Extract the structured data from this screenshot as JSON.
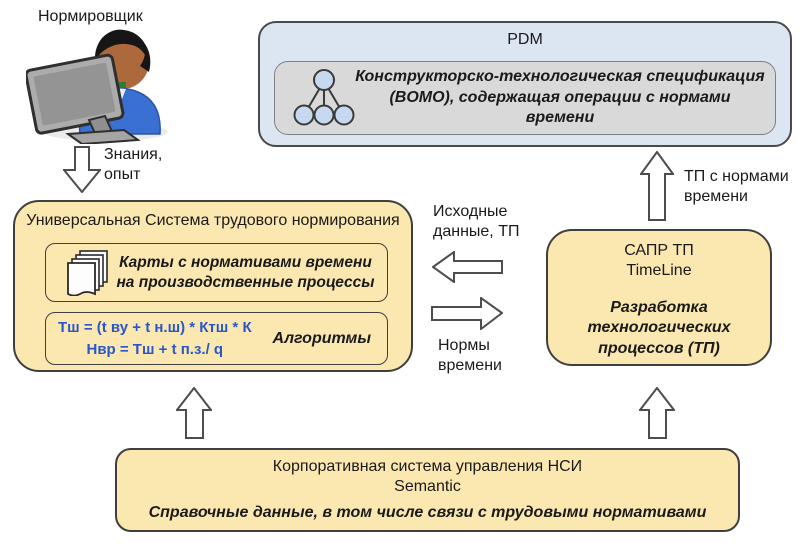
{
  "colors": {
    "box_fill_tan": "#FBE7B0",
    "box_border": "#3F3F3F",
    "pdm_fill": "#DCE6F2",
    "panel_gray": "#D9D9D9",
    "tree_node_fill": "#C6D9F0",
    "formula_blue": "#2A57C8",
    "arrow_outline": "#4D4D4D"
  },
  "actor": {
    "label": "Нормировщик",
    "flow_label": "Знания,\nопыт"
  },
  "pdm": {
    "title": "PDM",
    "spec_text": "Конструкторско-технологическая спецификация\n(BOMO), содержащая операции с нормами времени"
  },
  "usn": {
    "title": "Универсальная Система трудового нормирования",
    "cards_text": "Карты с нормативами времени\nна производственные процессы",
    "formula_line1": "Тш = (t ву + t н.ш)  * Ктш * К",
    "formula_line2": "Нвр = Тш + t п.з./ q",
    "algorithms_label": "Алгоритмы"
  },
  "sapr": {
    "title": "САПР ТП",
    "subtitle": "TimeLine",
    "desc": "Разработка\nтехнологических\nпроцессов (ТП)"
  },
  "nsi": {
    "title": "Корпоративная система управления НСИ",
    "subtitle": "Semantic",
    "desc": "Справочные данные, в том числе связи с трудовыми нормативами"
  },
  "flows": {
    "sapr_to_usn": "Исходные\nданные, ТП",
    "usn_to_sapr": "Нормы\nвремени",
    "sapr_to_pdm": "ТП с нормами\nвремени"
  }
}
